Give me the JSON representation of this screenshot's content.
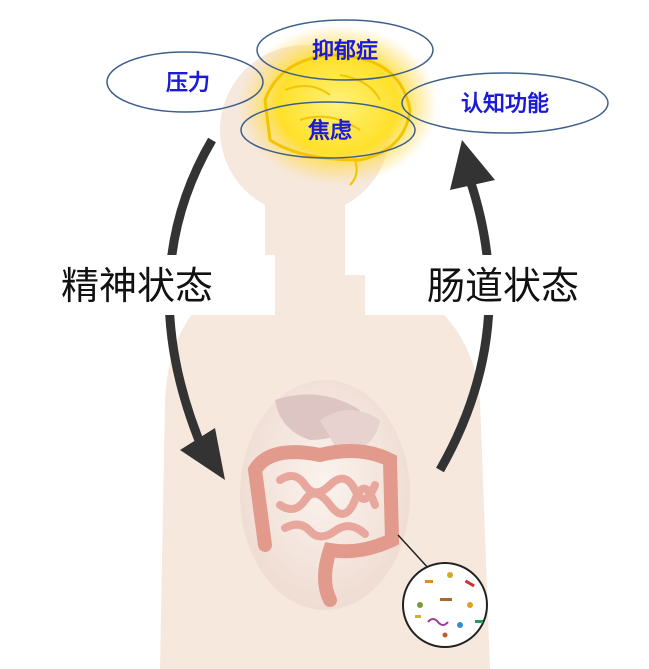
{
  "bubbles": {
    "stress": "压力",
    "depression": "抑郁症",
    "anxiety": "焦虑",
    "cognition": "认知功能"
  },
  "states": {
    "mental": "精神状态",
    "gut": "肠道状态"
  },
  "colors": {
    "bubble_text": "#1a1ad8",
    "bubble_stroke": "#3d5f8a",
    "body": "#f6e8dc",
    "brain": "#ffe23a",
    "arrow": "#333333",
    "intestine": "#e8a096"
  }
}
